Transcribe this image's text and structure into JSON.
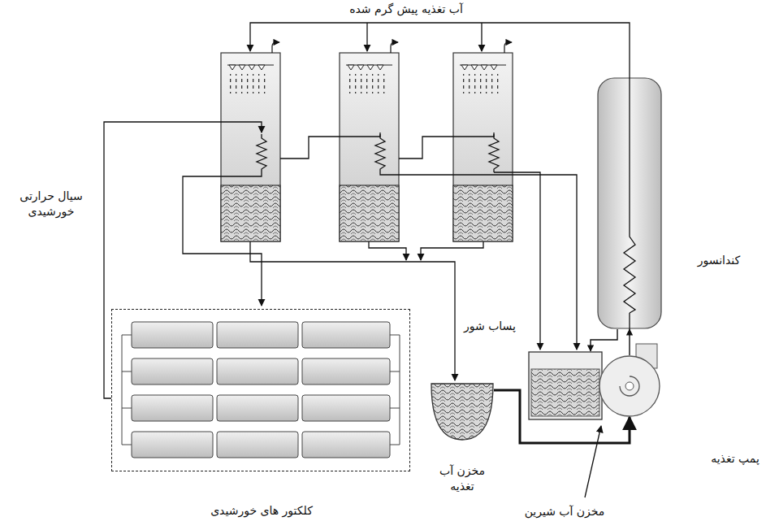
{
  "diagram": {
    "nodes": [
      {
        "text": [
          "کلکتور های خورشیدی"
        ]
      },
      {
        "text": [
          "مخزن آب تغذیه"
        ]
      },
      {
        "text": [
          "مخزن آب شیرین"
        ]
      },
      {
        "text": [
          "کندانسور"
        ]
      },
      {
        "text": [
          "پمپ تغذیه"
        ]
      }
    ],
    "edges": [
      {
        "from": 1,
        "to": 4,
        "arrow": "to"
      },
      {
        "from": 4,
        "to": 3,
        "arrow": "to"
      },
      {
        "from": 3,
        "to": 2,
        "arrow": "to"
      }
    ],
    "labels": [
      "آب تغذیه پیش گرم شده",
      "سیال حرارتی خورشیدی",
      "پساب شور"
    ]
  }
}
